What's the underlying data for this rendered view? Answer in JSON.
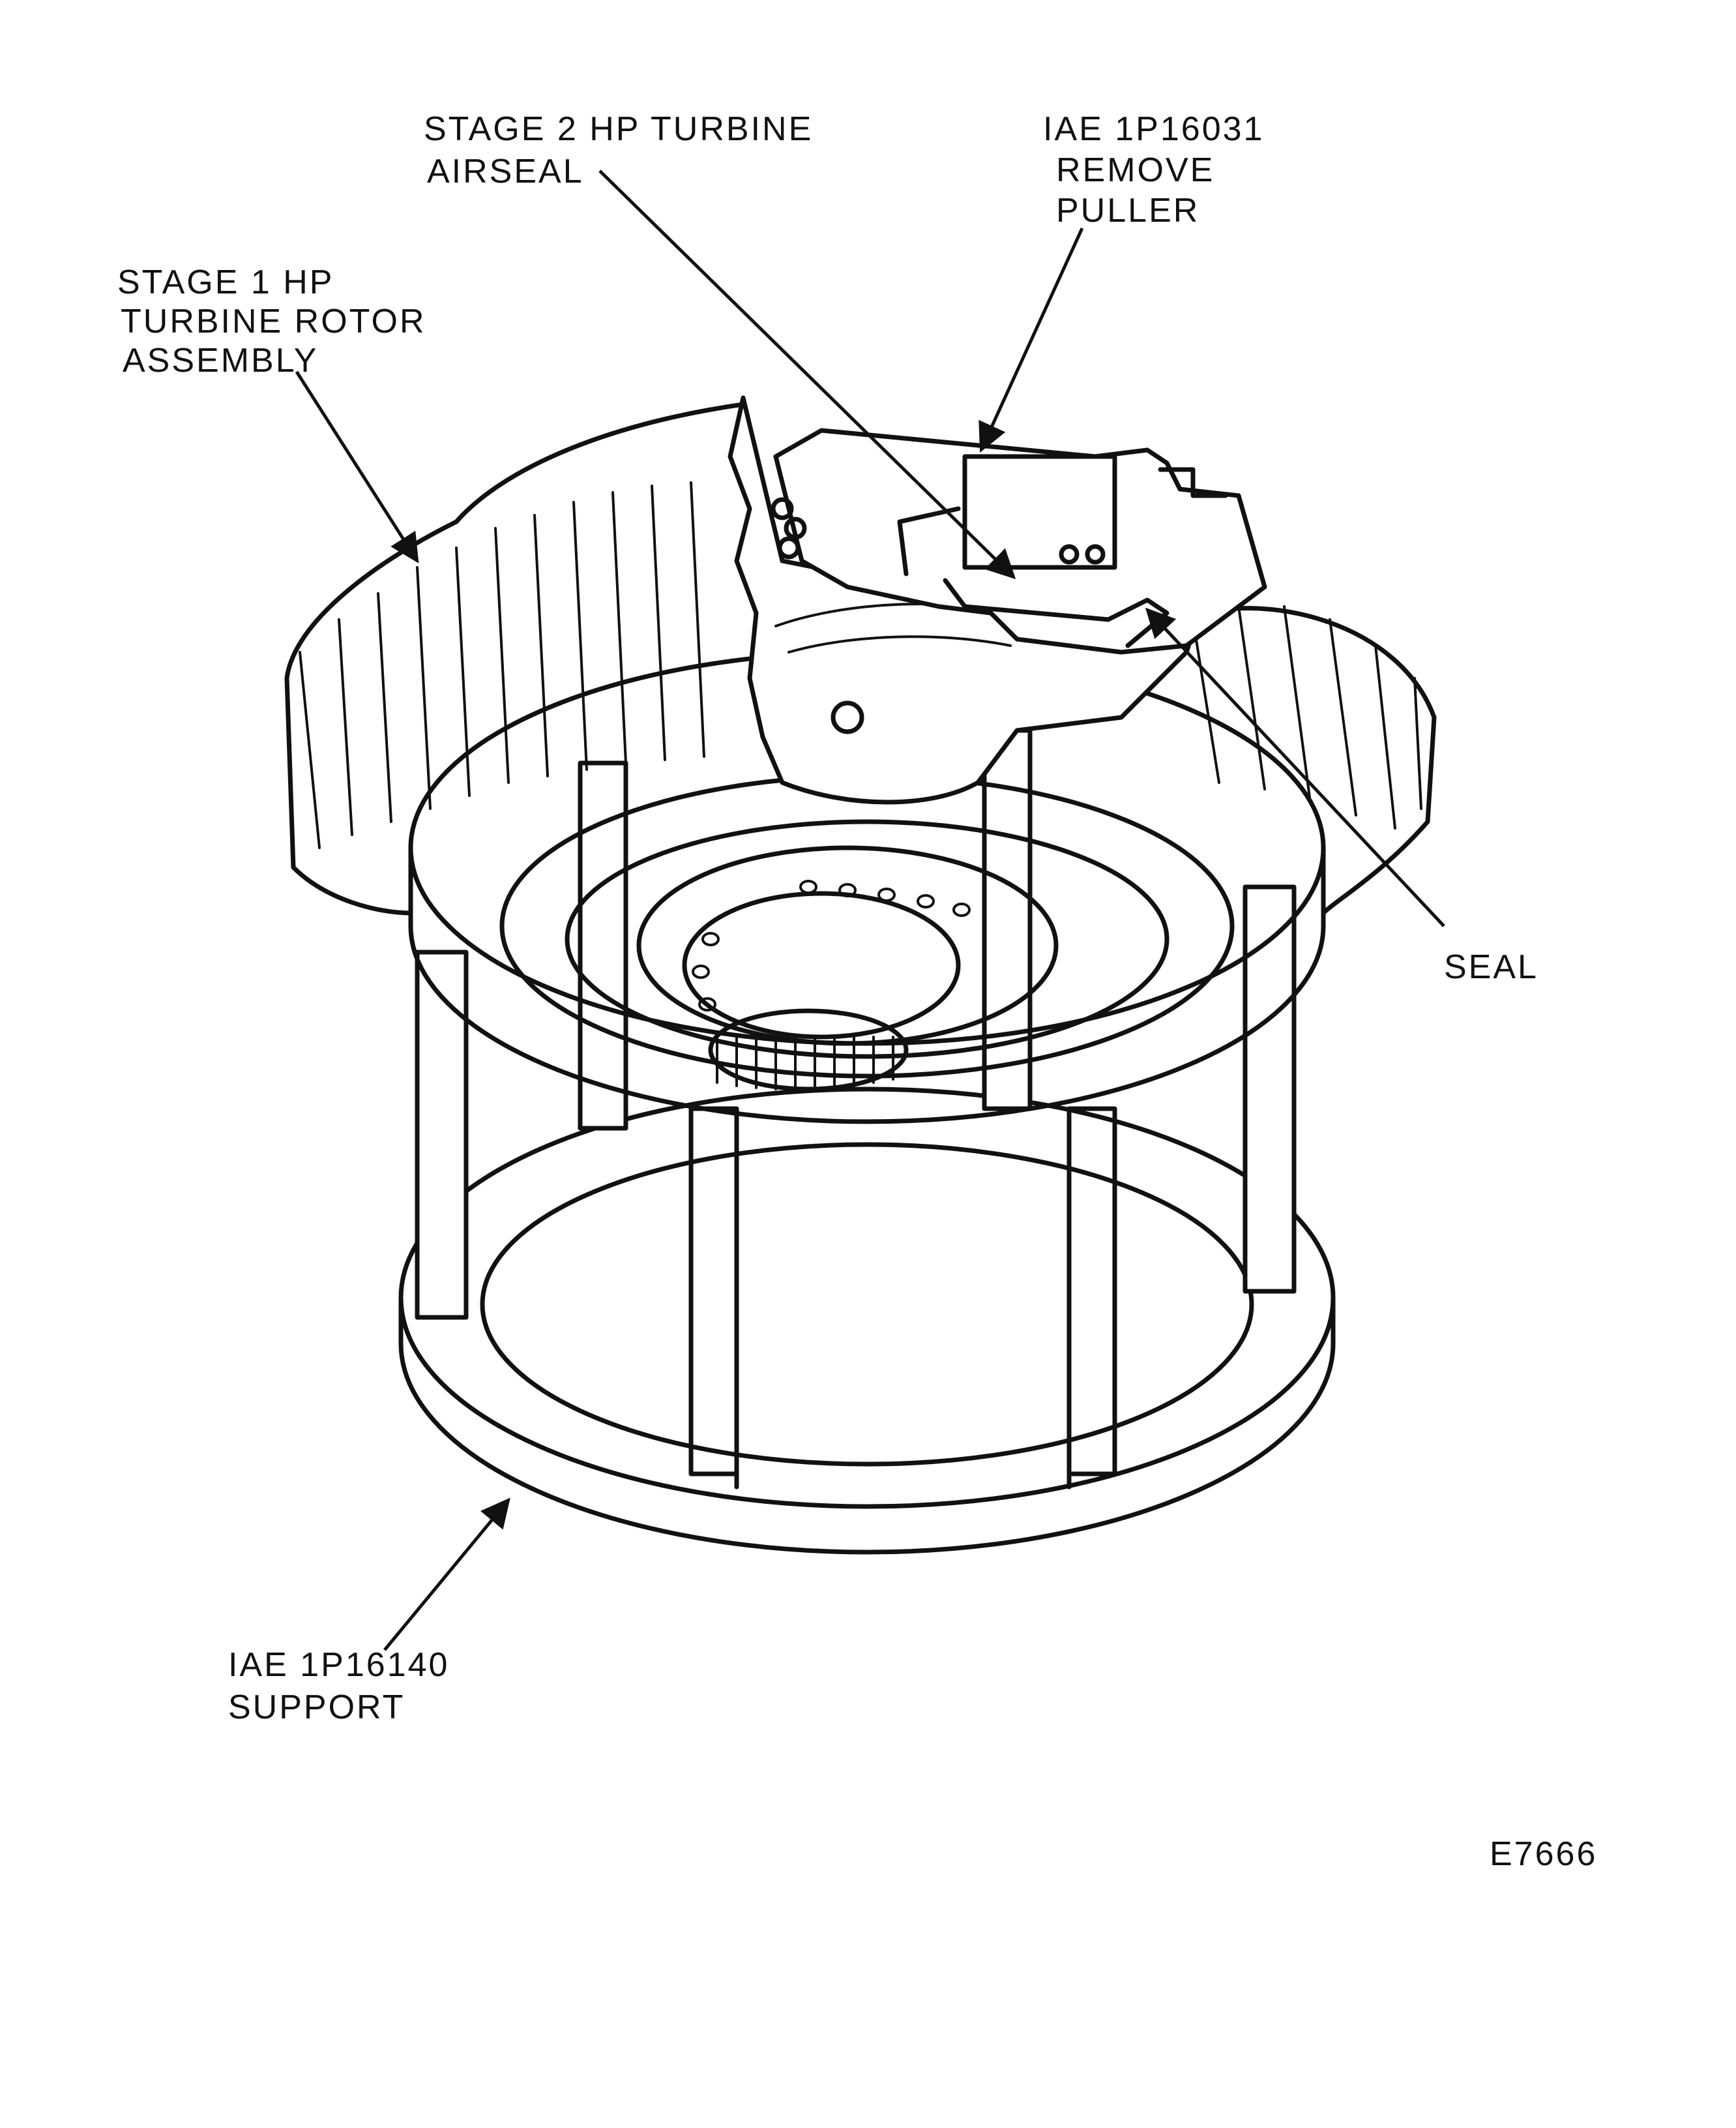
{
  "figure": {
    "callouts": {
      "stage2_airseal": [
        "STAGE 2 HP TURBINE",
        "AIRSEAL"
      ],
      "remove_puller": [
        "IAE 1P16031",
        "REMOVE",
        "PULLER"
      ],
      "stage1_rotor": [
        "STAGE 1 HP",
        "TURBINE ROTOR",
        "ASSEMBLY"
      ],
      "seal": [
        "SEAL"
      ],
      "support": [
        "IAE 1P16140",
        "SUPPORT"
      ]
    },
    "figure_number": "E7666"
  },
  "colors": {
    "ink": "#111111",
    "paper": "#ffffff"
  }
}
